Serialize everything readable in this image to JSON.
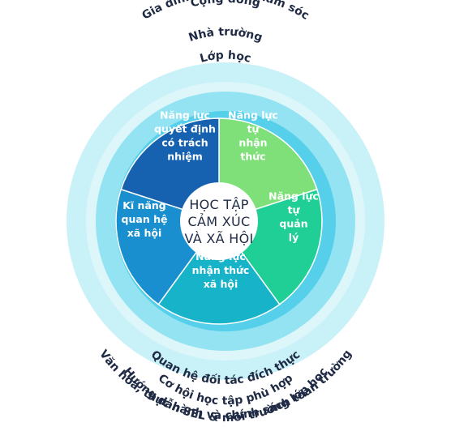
{
  "outer_labels": {
    "community": "Cộng đồng",
    "family": "Gia đình & người chăm sóc",
    "school": "Nhà trường",
    "classroom": "Lớp học"
  },
  "bottom_labels": {
    "guidance": "Hướng dẫn SEL & môi trường lớp học",
    "culture": "Văn hóa, thực hành và chính sách toàn trường",
    "partnership": "Quan hệ đối tác đích thực",
    "opportunity": "Cơ hội học tập phù hợp"
  },
  "center": {
    "line1": "HỌC TẬP",
    "line2": "CẢM XÚC",
    "line3": "VÀ XÃ HỘI"
  },
  "segments": {
    "self_awareness": {
      "lines": [
        "Năng lực",
        "tự",
        "nhận",
        "thức"
      ],
      "color": "#7fe07a"
    },
    "self_management": {
      "lines": [
        "Năng lực",
        "tự",
        "quản",
        "lý"
      ],
      "color": "#1fcf95"
    },
    "social_awareness": {
      "lines": [
        "Năng lực",
        "nhận thức",
        "xã hội"
      ],
      "color": "#17b3c8"
    },
    "relationship": {
      "lines": [
        "Kĩ năng",
        "quan hệ",
        "xã hội"
      ],
      "color": "#1a8fd0"
    },
    "decision": {
      "lines": [
        "Năng lực",
        "quyết định",
        "có trách",
        "nhiệm"
      ],
      "color": "#1661b0"
    }
  },
  "colors": {
    "ring_outer": "#c9f2f8",
    "ring_school": "#93e3f2",
    "ring_class": "#56d0ea",
    "text_dark": "#1f2a44"
  }
}
